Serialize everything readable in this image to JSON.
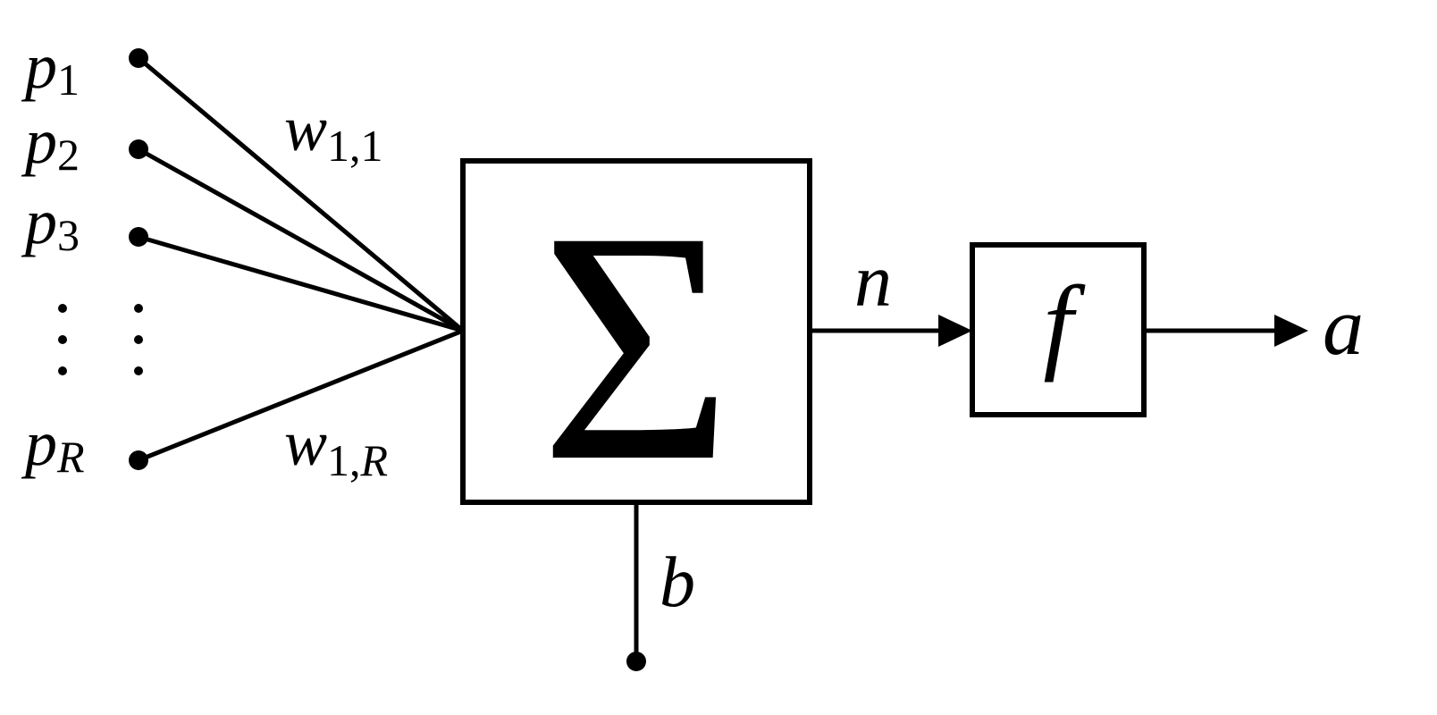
{
  "inputs": [
    {
      "symbol": "p",
      "subscript": "1"
    },
    {
      "symbol": "p",
      "subscript": "2"
    },
    {
      "symbol": "p",
      "subscript": "3"
    },
    {
      "symbol": "p",
      "subscript": "R"
    }
  ],
  "weights": {
    "first": {
      "symbol": "w",
      "subscript": "1,1"
    },
    "last": {
      "symbol": "w",
      "subscript_num": "1,",
      "subscript_var": "R"
    }
  },
  "summation_symbol": "Σ",
  "net_input_label": "n",
  "transfer_function_label": "f",
  "output_label": "a",
  "bias_label": "b",
  "colors": {
    "stroke": "#000000",
    "background": "#ffffff"
  }
}
